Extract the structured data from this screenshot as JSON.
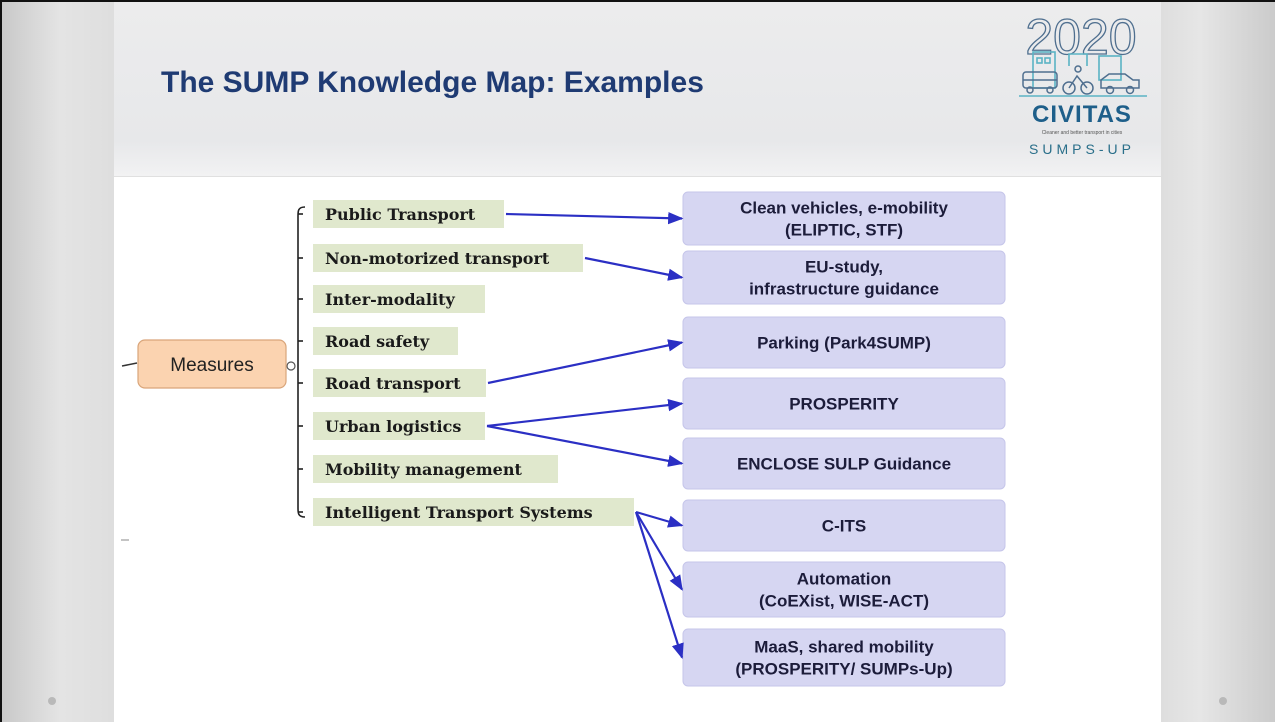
{
  "slide": {
    "title": "The SUMP Knowledge Map: Examples"
  },
  "logo": {
    "year": "2020",
    "brand": "CIVITAS",
    "tagline": "Cleaner and better transport in cities",
    "subbrand": "SUMPS-UP"
  },
  "diagram": {
    "root": "Measures",
    "categories": [
      "Public Transport",
      "Non-motorized transport",
      "Inter-modality",
      "Road safety",
      "Road transport",
      "Urban logistics",
      "Mobility management",
      "Intelligent Transport Systems"
    ],
    "resources": [
      [
        "Clean vehicles, e-mobility",
        "(ELIPTIC, STF)"
      ],
      [
        "EU-study,",
        "infrastructure guidance"
      ],
      [
        "Parking (Park4SUMP)"
      ],
      [
        "PROSPERITY"
      ],
      [
        "ENCLOSE SULP Guidance"
      ],
      [
        "C-ITS"
      ],
      [
        "Automation",
        "(CoEXist, WISE-ACT)"
      ],
      [
        "MaaS, shared mobility",
        "(PROSPERITY/ SUMPs-Up)"
      ]
    ],
    "links": [
      {
        "from": "Public Transport",
        "to": "Clean vehicles, e-mobility"
      },
      {
        "from": "Non-motorized transport",
        "to": "EU-study,"
      },
      {
        "from": "Road transport",
        "to": "Parking (Park4SUMP)"
      },
      {
        "from": "Urban logistics",
        "to": "PROSPERITY"
      },
      {
        "from": "Urban logistics",
        "to": "ENCLOSE SULP Guidance"
      },
      {
        "from": "Intelligent Transport Systems",
        "to": "C-ITS"
      },
      {
        "from": "Intelligent Transport Systems",
        "to": "Automation"
      },
      {
        "from": "Intelligent Transport Systems",
        "to": "MaaS, shared mobility"
      }
    ],
    "colors": {
      "root_fill": "#fbd3b0",
      "category_fill": "#e0e8cd",
      "resource_fill": "#d6d6f2",
      "arrow": "#2b2fc4",
      "title": "#1f3b73"
    }
  }
}
